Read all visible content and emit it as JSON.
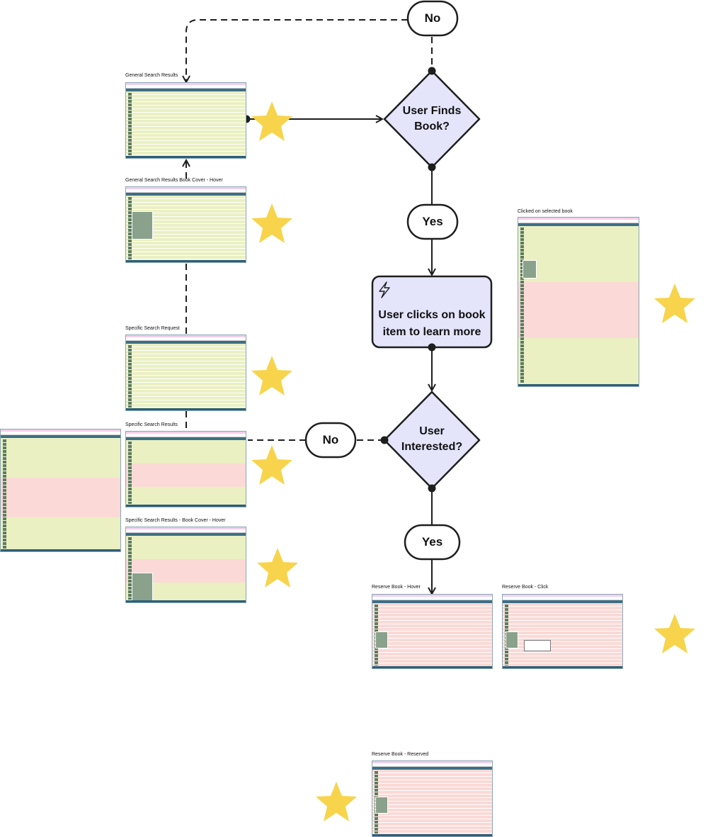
{
  "diagram": {
    "decisions": {
      "finds_book": "User Finds Book?",
      "interested": "User Interested?"
    },
    "branches": {
      "no_top": "No",
      "yes_1": "Yes",
      "no_mid": "No",
      "yes_2": "Yes"
    },
    "action": {
      "icon": "lightning-icon",
      "text": "User clicks on book item to learn more"
    },
    "colors": {
      "node_fill": "#e4e5fb",
      "stroke": "#1e1e1e",
      "star": "#f7d44c"
    }
  },
  "screenshots": {
    "general_results": "General Search Results",
    "general_hover": "General Search Results Book Cover - Hover",
    "specific_request": "Specific Search Request",
    "specific_results": "Specific Search Results",
    "specific_hover": "Specific Search Results - Book Cover - Hover",
    "clicked_book": "Clicked on selected book",
    "reserve_hover": "Reserve Book - Hover",
    "reserve_click": "Reserve Book - Click",
    "reserve_reserved": "Reserve Book - Reserved"
  }
}
